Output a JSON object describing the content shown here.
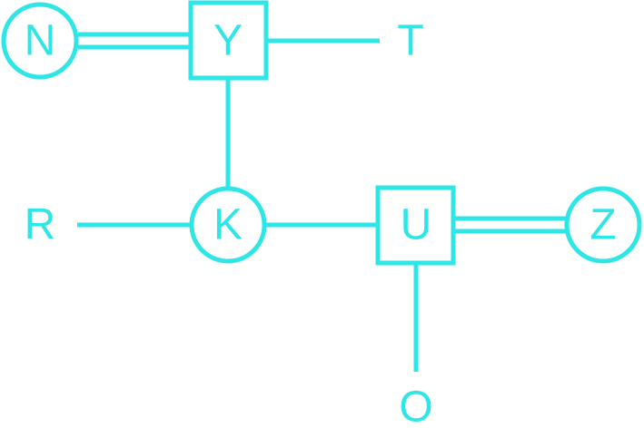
{
  "diagram": {
    "color": "#2ee6e6",
    "nodes": {
      "N": {
        "label": "N",
        "shape": "circle"
      },
      "Y": {
        "label": "Y",
        "shape": "square"
      },
      "T": {
        "label": "T",
        "shape": "none"
      },
      "K": {
        "label": "K",
        "shape": "circle"
      },
      "R": {
        "label": "R",
        "shape": "none"
      },
      "U": {
        "label": "U",
        "shape": "square"
      },
      "Z": {
        "label": "Z",
        "shape": "circle"
      },
      "O": {
        "label": "O",
        "shape": "none"
      }
    },
    "edges": [
      {
        "from": "N",
        "to": "Y",
        "type": "double"
      },
      {
        "from": "Y",
        "to": "T",
        "type": "single"
      },
      {
        "from": "Y",
        "to": "K",
        "type": "single"
      },
      {
        "from": "R",
        "to": "K",
        "type": "single"
      },
      {
        "from": "K",
        "to": "U",
        "type": "single"
      },
      {
        "from": "U",
        "to": "Z",
        "type": "double"
      },
      {
        "from": "U",
        "to": "O",
        "type": "single"
      }
    ]
  }
}
